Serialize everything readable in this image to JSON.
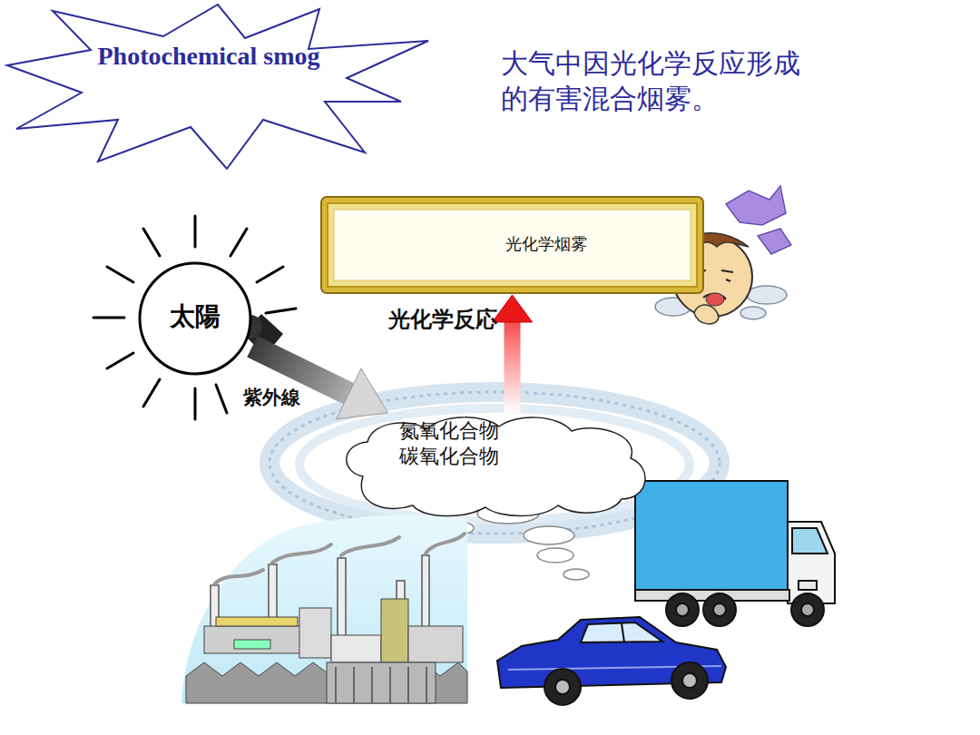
{
  "diagram": {
    "nodes": [
      {
        "text": [
          "Photochemical smog"
        ]
      },
      {
        "text": [
          "光化学烟雾"
        ]
      },
      {
        "text": [
          "太陽"
        ]
      },
      {
        "text": [
          "氮氧化合物",
          "碳氧化合物"
        ]
      }
    ],
    "edges": [
      {
        "from": 2,
        "to": 3,
        "label": "紫外線",
        "arrow": "to"
      },
      {
        "from": 3,
        "to": 1,
        "label": "光化学反応",
        "arrow": "to"
      }
    ],
    "labels": [
      "大气中因光化学反应形成的有害混合烟雾。"
    ]
  }
}
